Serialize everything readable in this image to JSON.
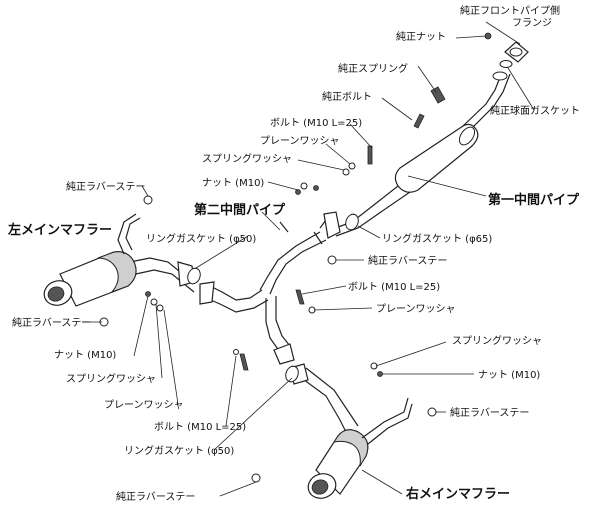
{
  "labels": {
    "front_pipe_flange_line1": "純正フロントパイプ側",
    "front_pipe_flange_line2": "フランジ",
    "oem_nut_top": "純正ナット",
    "oem_spring": "純正スプリング",
    "oem_bolt": "純正ボルト",
    "oem_spherical_gasket": "純正球面ガスケット",
    "bolt_m10_top": "ボルト (M10 L=25)",
    "plain_washer_top": "プレーンワッシャ",
    "spring_washer_top": "スプリングワッシャ",
    "nut_m10_top": "ナット (M10)",
    "first_mid_pipe": "第一中間パイプ",
    "oem_rubber_stay_left_top": "純正ラバーステー",
    "second_mid_pipe": "第二中間パイプ",
    "left_main_muffler": "左メインマフラー",
    "ring_gasket_50_top": "リングガスケット (φ50)",
    "ring_gasket_65": "リングガスケット (φ65)",
    "oem_rubber_stay_center": "純正ラバーステー",
    "bolt_m10_mid": "ボルト (M10 L=25)",
    "plain_washer_mid": "プレーンワッシャ",
    "oem_rubber_stay_left_bottom": "純正ラバーステー",
    "nut_m10_left": "ナット (M10)",
    "spring_washer_left": "スプリングワッシャ",
    "plain_washer_left": "プレーンワッシャ",
    "spring_washer_right": "スプリングワッシャ",
    "nut_m10_right": "ナット (M10)",
    "oem_rubber_stay_right": "純正ラバーステー",
    "bolt_m10_bottom": "ボルト (M10 L=25)",
    "ring_gasket_50_bottom": "リングガスケット (φ50)",
    "oem_rubber_stay_bottom": "純正ラバーステー",
    "right_main_muffler": "右メインマフラー"
  }
}
